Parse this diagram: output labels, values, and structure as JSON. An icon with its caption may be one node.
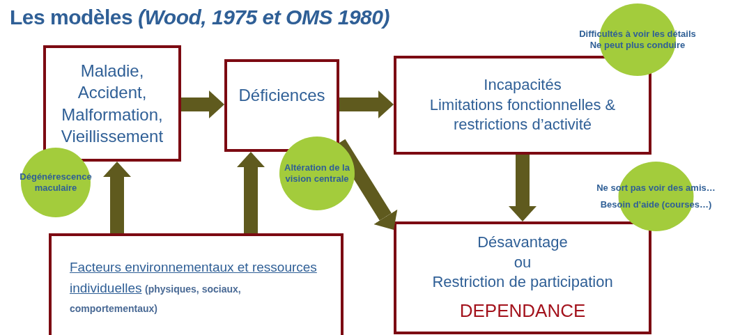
{
  "diagram": {
    "title": "Les modèles *(Wood, 1975 et OMS 1980)*",
    "nodes": [
      {
        "text": [
          "Maladie, Accident, Malformation, Vieillissement"
        ]
      },
      {
        "text": [
          "Déficiences"
        ]
      },
      {
        "text": [
          "Incapacités",
          "Limitations fonctionnelles & restrictions d’activité"
        ]
      },
      {
        "text": [
          "Désavantage",
          "ou",
          "Restriction de participation",
          "DEPENDANCE"
        ]
      },
      {
        "text": [
          "Facteurs environnementaux et ressources individuelles",
          "(physiques, sociaux, comportementaux)"
        ]
      },
      {
        "text": [
          "Dégénérescence maculaire"
        ]
      },
      {
        "text": [
          "Altération de la vision centrale"
        ]
      },
      {
        "text": [
          "Difficultés à voir les détails",
          "Ne peut plus conduire"
        ]
      },
      {
        "text": [
          "Ne sort pas voir des amis…",
          "Besoin d’aide (courses…)"
        ]
      }
    ],
    "edges": [
      {
        "from": 0,
        "to": 1,
        "arrow": "to"
      },
      {
        "from": 1,
        "to": 2,
        "arrow": "to"
      },
      {
        "from": 2,
        "to": 3,
        "arrow": "to"
      },
      {
        "from": 1,
        "to": 3,
        "arrow": "to"
      },
      {
        "from": 4,
        "to": 0,
        "arrow": "to"
      },
      {
        "from": 4,
        "to": 1,
        "arrow": "to"
      }
    ]
  }
}
